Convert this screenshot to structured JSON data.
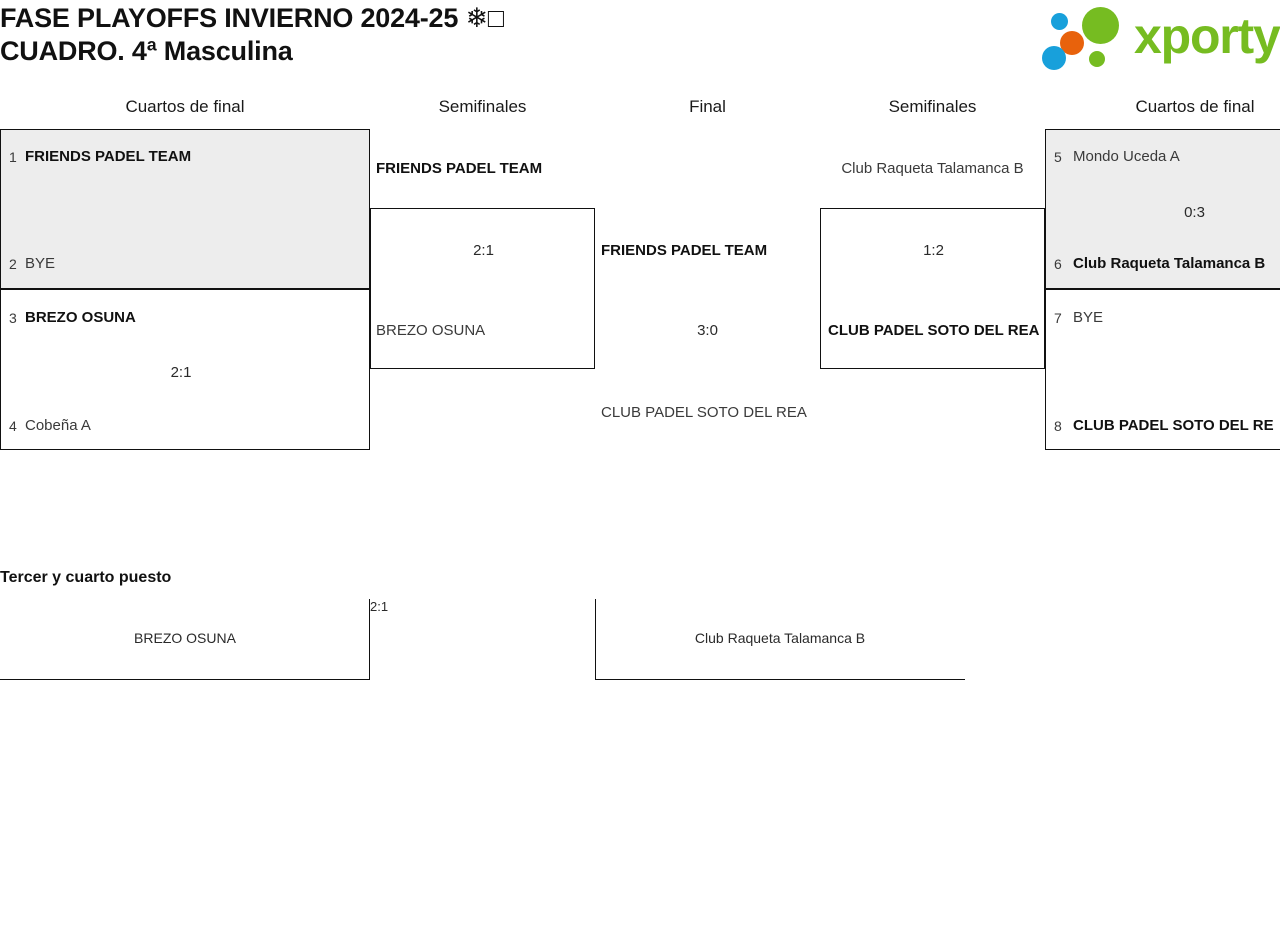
{
  "header": {
    "title": "FASE PLAYOFFS INVIERNO 2024-25 ❄︎□\nCUADRO. 4ª Masculina",
    "logo_text": "xporty",
    "logo_colors": {
      "green": "#76bc21",
      "blue": "#18a0db",
      "orange": "#e8620c"
    }
  },
  "rounds": {
    "left_quarters": "Cuartos de final",
    "left_semis": "Semifinales",
    "final": "Final",
    "right_semis": "Semifinales",
    "right_quarters": "Cuartos de final"
  },
  "left_quarterfinals": [
    {
      "score": "",
      "top": {
        "seed": "1",
        "name": "FRIENDS PADEL TEAM",
        "winner": true
      },
      "bottom": {
        "seed": "2",
        "name": "BYE",
        "winner": false
      }
    },
    {
      "score": "2:1",
      "top": {
        "seed": "3",
        "name": "BREZO OSUNA",
        "winner": true
      },
      "bottom": {
        "seed": "4",
        "name": "Cobeña A",
        "winner": false
      }
    }
  ],
  "right_quarterfinals": [
    {
      "score": "0:3",
      "top": {
        "seed": "5",
        "name": "Mondo Uceda A",
        "winner": false
      },
      "bottom": {
        "seed": "6",
        "name": "Club Raqueta Talamanca B",
        "winner": true
      }
    },
    {
      "score": "",
      "top": {
        "seed": "7",
        "name": "BYE",
        "winner": false
      },
      "bottom": {
        "seed": "8",
        "name": "CLUB PADEL SOTO DEL RE",
        "winner": true
      }
    }
  ],
  "left_semifinal": {
    "score": "2:1",
    "top": {
      "name": "FRIENDS PADEL TEAM",
      "winner": true
    },
    "bottom": {
      "name": "BREZO OSUNA",
      "winner": false
    }
  },
  "right_semifinal": {
    "score": "1:2",
    "top": {
      "name": "Club Raqueta Talamanca B",
      "winner": false
    },
    "bottom": {
      "name": "CLUB PADEL SOTO DEL REA",
      "winner": true
    }
  },
  "final_match": {
    "score": "3:0",
    "top": {
      "name": "FRIENDS PADEL TEAM",
      "winner": true
    },
    "bottom": {
      "name": "CLUB PADEL SOTO DEL REA",
      "winner": false
    }
  },
  "third_place": {
    "title": "Tercer y cuarto puesto",
    "score": "2:1",
    "team_a": "BREZO OSUNA",
    "team_b": "Club Raqueta Talamanca B"
  }
}
